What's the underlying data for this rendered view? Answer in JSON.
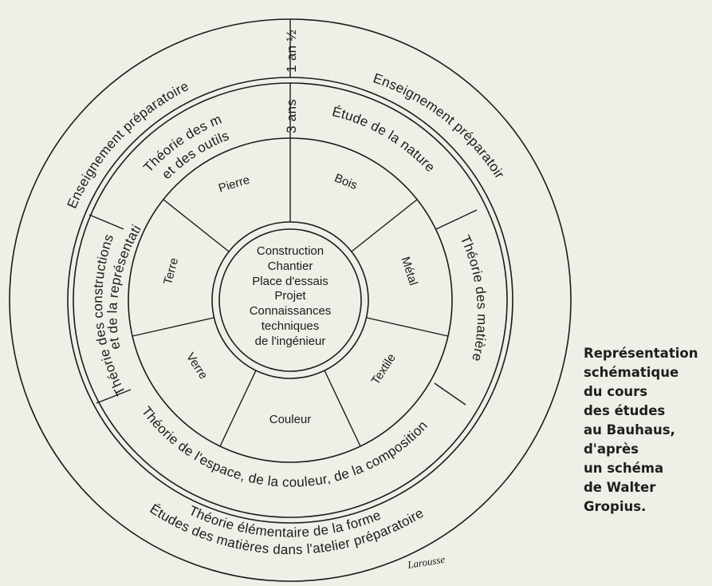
{
  "diagram": {
    "outer_ring": {
      "left_label": "Enseignement préparatoire",
      "right_label": "Enseignement préparatoire",
      "bottom_label_1": "Théorie élémentaire de la forme",
      "bottom_label_2": "Études des matières dans l'atelier préparatoire"
    },
    "duration_outer": "1 an ½",
    "duration_inner": "3 ans",
    "theory_ring": {
      "top_left": "Théorie des matériaux",
      "top_left_2": "et des outils",
      "top_right": "Étude de la nature",
      "right": "Théorie des matières",
      "left_1": "Théorie des constructions",
      "left_2": "et de la représentation",
      "bottom": "Théorie de l'espace, de la couleur, de la composition"
    },
    "crafts": [
      "Pierre",
      "Bois",
      "Métal",
      "Textile",
      "Couleur",
      "Verre",
      "Terre"
    ],
    "core": [
      "Construction",
      "Chantier",
      "Place d'essais",
      "Projet",
      "Connaissances",
      "techniques",
      "de l'ingénieur"
    ],
    "credit": "Larousse"
  },
  "caption": [
    "Représentation",
    "schématique",
    "du cours",
    "des études",
    "au Bauhaus,",
    "d'après",
    "un schéma",
    "de Walter",
    "Gropius."
  ]
}
